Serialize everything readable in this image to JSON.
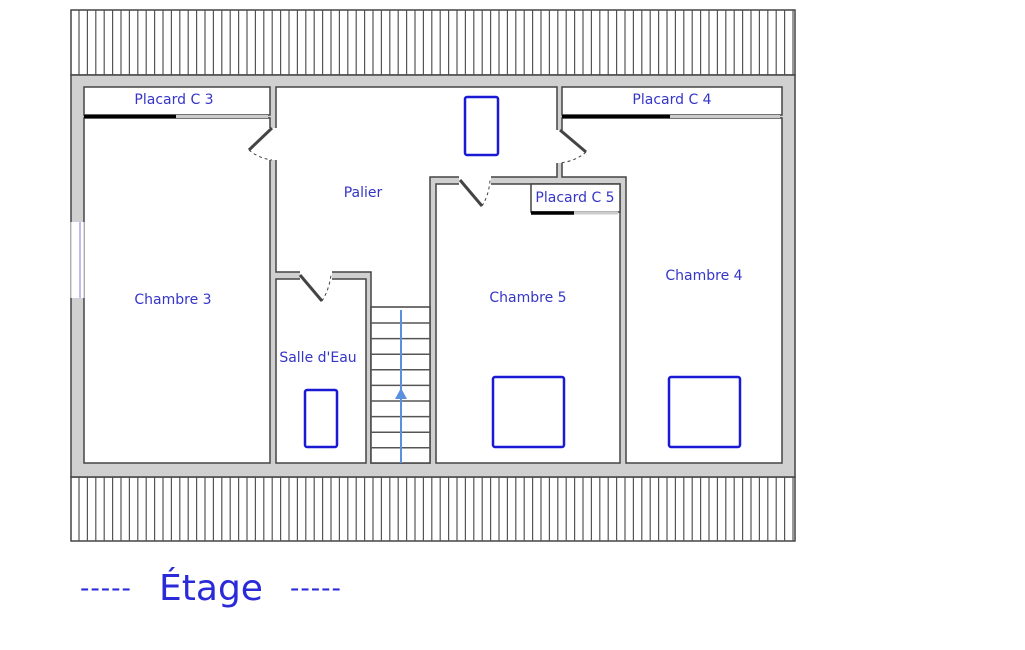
{
  "plan": {
    "rooms": {
      "placard_c3": "Placard C 3",
      "placard_c4": "Placard C 4",
      "placard_c5": "Placard C 5",
      "palier": "Palier",
      "chambre3": "Chambre 3",
      "chambre4": "Chambre 4",
      "chambre5": "Chambre 5",
      "salle_eau": "Salle d'Eau"
    },
    "colors": {
      "label": "#3535c8",
      "furniture": "#1a1ad4",
      "wall": "#d0d0d0",
      "stair_arrow": "#5b8fe0"
    }
  },
  "caption": {
    "dash_left": "-----",
    "title": "Étage",
    "dash_right": "-----"
  }
}
